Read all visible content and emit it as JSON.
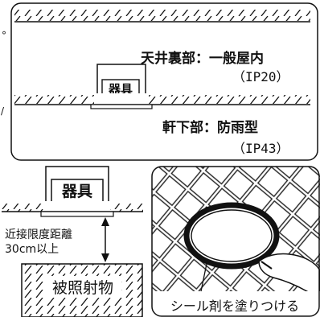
{
  "top_panel": {
    "ceiling_label": "天井裏部：一般屋内",
    "ceiling_rating": "（IP20）",
    "eaves_label": "軒下部：防雨型",
    "eaves_rating": "（IP43）",
    "fixture_label": "器具"
  },
  "bottom_left": {
    "fixture_label": "器具",
    "distance_label_1": "近接限度距離",
    "distance_label_2": "30cm以上",
    "target_label": "被照射物"
  },
  "bottom_right": {
    "caption": "シール剤を塗りつける"
  },
  "side_marks": {
    "top": "°",
    "bottom": "/"
  }
}
